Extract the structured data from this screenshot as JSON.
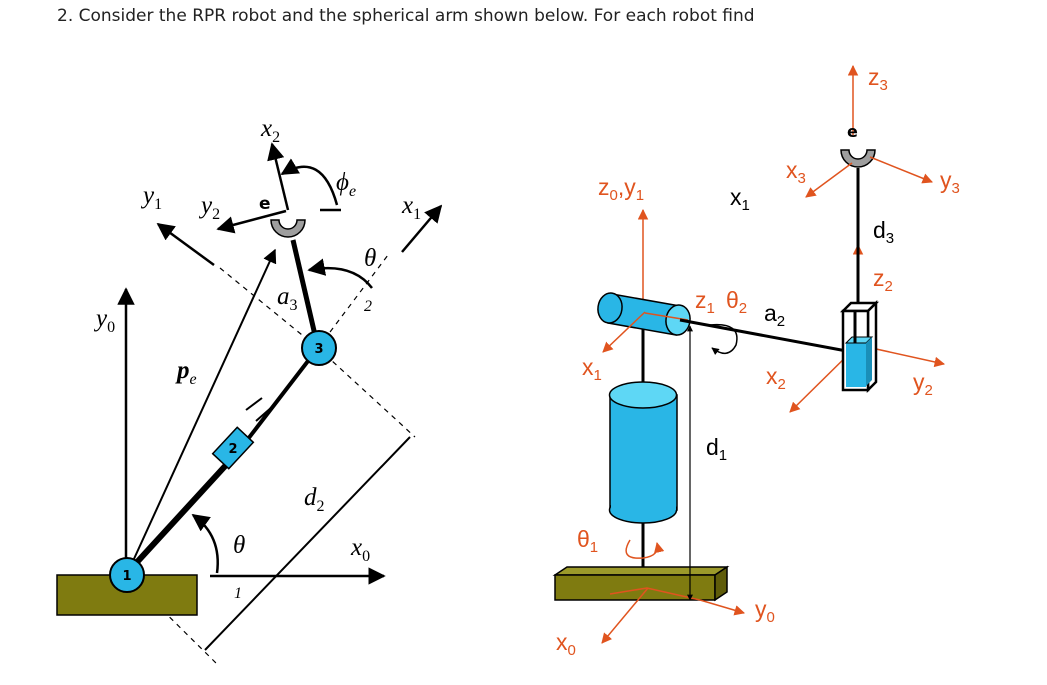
{
  "question": "2. Consider the RPR robot and the spherical arm shown below. For each robot find",
  "colors": {
    "link_blue": "#29b6e6",
    "base_olive": "#7f7b10",
    "frame_orange": "#e0541f",
    "gripper_gray": "#9e9e9e",
    "cylinder_blue": "#5ed7f5"
  },
  "rpr_robot": {
    "frame_labels": {
      "x2": "x",
      "x2_sub": "2",
      "y1": "y",
      "y1_sub": "1",
      "y2": "y",
      "y2_sub": "2",
      "x1": "x",
      "x1_sub": "1",
      "y0": "y",
      "y0_sub": "0",
      "x0": "x",
      "x0_sub": "0"
    },
    "end_effector": "e",
    "phi": "ϕ",
    "phi_sub": "e",
    "theta_top": "θ",
    "theta_top_sub": "2",
    "theta_bottom": "θ",
    "theta_bottom_sub": "1",
    "a3": "a",
    "a3_sub": "3",
    "pe": "p",
    "pe_sub": "e",
    "d2": "d",
    "d2_sub": "2",
    "joints": [
      "1",
      "2",
      "3"
    ]
  },
  "spherical_arm": {
    "z0y1": "z",
    "z0y1_sub0": "0",
    "z0y1_mid": ",y",
    "z0y1_sub1": "1",
    "x1_top": "x",
    "x1_top_sub": "1",
    "x3": "x",
    "x3_sub": "3",
    "z3": "z",
    "z3_sub": "3",
    "y3": "y",
    "y3_sub": "3",
    "end_effector": "e",
    "d3": "d",
    "d3_sub": "3",
    "z2": "z",
    "z2_sub": "2",
    "z1": "z",
    "z1_sub": "1",
    "theta2": "θ",
    "theta2_sub": "2",
    "a2": "a",
    "a2_sub": "2",
    "x1_left": "x",
    "x1_left_sub": "1",
    "x2": "x",
    "x2_sub": "2",
    "y2": "y",
    "y2_sub": "2",
    "d1": "d",
    "d1_sub": "1",
    "theta1": "θ",
    "theta1_sub": "1",
    "y0": "y",
    "y0_sub": "0",
    "x0": "x",
    "x0_sub": "0"
  }
}
